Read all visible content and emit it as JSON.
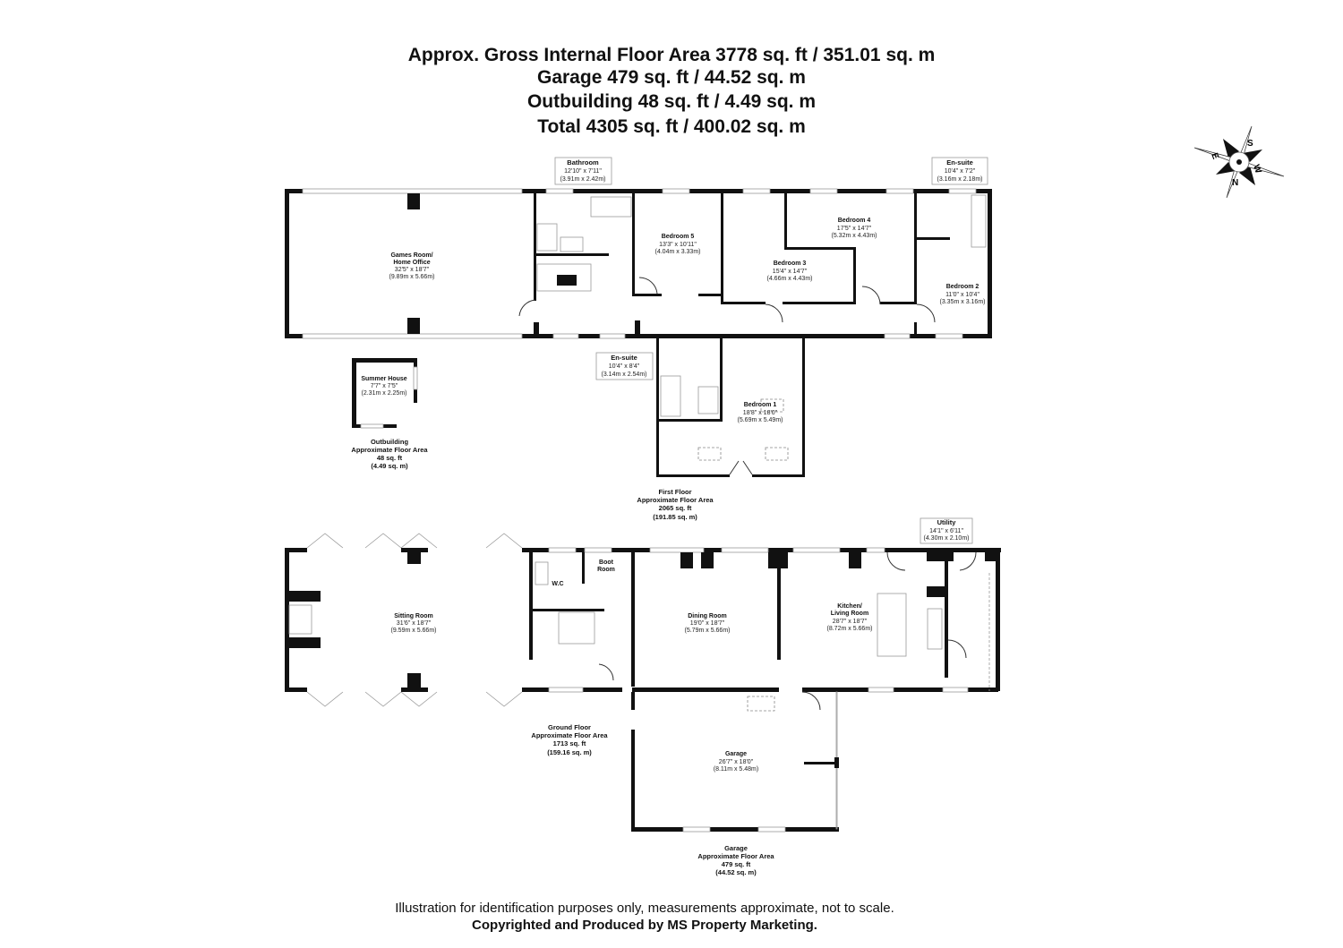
{
  "header": {
    "line1": "Approx. Gross Internal Floor Area 3778 sq. ft / 351.01 sq. m",
    "line2": "Garage 479 sq. ft / 44.52 sq. m",
    "line3": "Outbuilding 48 sq. ft / 4.49 sq. m",
    "line4": "Total 4305 sq. ft / 400.02 sq. m"
  },
  "compass": {
    "n": "N",
    "e": "E",
    "s": "S",
    "w": "W"
  },
  "rooms": {
    "games": {
      "name1": "Games Room/",
      "name2": "Home Office",
      "imp": "32'5\" x 18'7\"",
      "met": "(9.89m x 5.66m)"
    },
    "bathroom": {
      "name": "Bathroom",
      "imp": "12'10\" x 7'11\"",
      "met": "(3.91m x 2.42m)"
    },
    "bedroom5": {
      "name": "Bedroom 5",
      "imp": "13'3\" x 10'11\"",
      "met": "(4.04m x 3.33m)"
    },
    "bedroom4": {
      "name": "Bedroom 4",
      "imp": "17'5\" x 14'7\"",
      "met": "(5.32m x 4.43m)"
    },
    "bedroom3": {
      "name": "Bedroom 3",
      "imp": "15'4\" x 14'7\"",
      "met": "(4.66m x 4.43m)"
    },
    "ensuite2": {
      "name": "En-suite",
      "imp": "10'4\" x 7'2\"",
      "met": "(3.16m x 2.18m)"
    },
    "bedroom2": {
      "name": "Bedroom 2",
      "imp": "11'0\" x 10'4\"",
      "met": "(3.35m x 3.16m)"
    },
    "ensuite1": {
      "name": "En-suite",
      "imp": "10'4\" x 8'4\"",
      "met": "(3.14m x 2.54m)"
    },
    "bedroom1": {
      "name": "Bedroom 1",
      "imp": "18'8\" x 18'0\"",
      "met": "(5.69m x 5.49m)"
    },
    "summer": {
      "name": "Summer House",
      "imp": "7'7\" x 7'5\"",
      "met": "(2.31m x 2.25m)"
    },
    "sitting": {
      "name": "Sitting Room",
      "imp": "31'6\" x 18'7\"",
      "met": "(9.59m x 5.66m)"
    },
    "wc": {
      "name": "W.C"
    },
    "boot": {
      "name1": "Boot",
      "name2": "Room"
    },
    "dining": {
      "name": "Dining Room",
      "imp": "19'0\" x 18'7\"",
      "met": "(5.79m x 5.66m)"
    },
    "kitchen": {
      "name1": "Kitchen/",
      "name2": "Living Room",
      "imp": "28'7\" x 18'7\"",
      "met": "(8.72m x 5.66m)"
    },
    "utility": {
      "name": "Utility",
      "imp": "14'1\" x 6'11\"",
      "met": "(4.30m x 2.10m)"
    },
    "garage": {
      "name": "Garage",
      "imp": "26'7\" x 18'0\"",
      "met": "(8.11m x 5.48m)"
    }
  },
  "areas": {
    "outbuilding": {
      "l1": "Outbuilding",
      "l2": "Approximate Floor Area",
      "l3": "48 sq. ft",
      "l4": "(4.49 sq. m)"
    },
    "first": {
      "l1": "First Floor",
      "l2": "Approximate Floor Area",
      "l3": "2065 sq. ft",
      "l4": "(191.85 sq. m)"
    },
    "ground": {
      "l1": "Ground Floor",
      "l2": "Approximate Floor Area",
      "l3": "1713 sq. ft",
      "l4": "(159.16 sq. m)"
    },
    "garage": {
      "l1": "Garage",
      "l2": "Approximate Floor Area",
      "l3": "479 sq. ft",
      "l4": "(44.52 sq. m)"
    }
  },
  "footer": {
    "disclaimer": "Illustration for identification purposes only, measurements approximate, not to scale.",
    "copyright": "Copyrighted  and Produced by MS Property Marketing."
  }
}
